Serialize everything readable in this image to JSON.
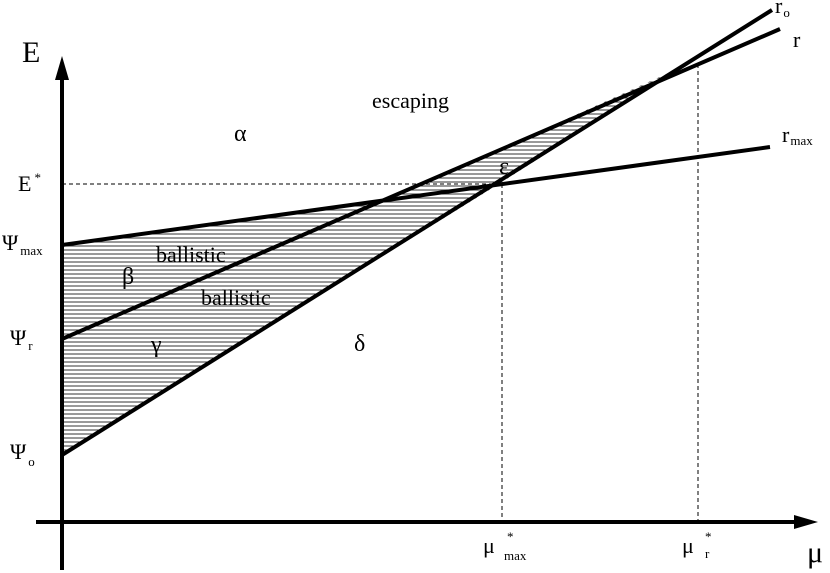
{
  "axes": {
    "y_label": "E",
    "x_label": "μ",
    "y_ticks": {
      "e_star": {
        "base": "E",
        "sup": "*"
      },
      "psi_max": {
        "base": "Ψ",
        "sub": "max"
      },
      "psi_r": {
        "base": "Ψ",
        "sub": "r"
      },
      "psi_o": {
        "base": "Ψ",
        "sub": "o"
      }
    },
    "x_ticks": {
      "mu_max": {
        "base": "μ",
        "sup": "*",
        "sub": "max"
      },
      "mu_r": {
        "base": "μ",
        "sup": "*",
        "sub": "r"
      }
    }
  },
  "lines": {
    "r_o": {
      "base": "r",
      "sub": "o"
    },
    "r": {
      "base": "r"
    },
    "r_max": {
      "base": "r",
      "sub": "max"
    }
  },
  "regions": {
    "alpha": "α",
    "beta": "β",
    "gamma": "γ",
    "delta": "δ",
    "epsilon": "ε"
  },
  "annotations": {
    "escaping": "escaping",
    "ballistic_upper": "ballistic",
    "ballistic_lower": "ballistic"
  },
  "colors": {
    "ink": "#000000",
    "background": "#ffffff"
  }
}
